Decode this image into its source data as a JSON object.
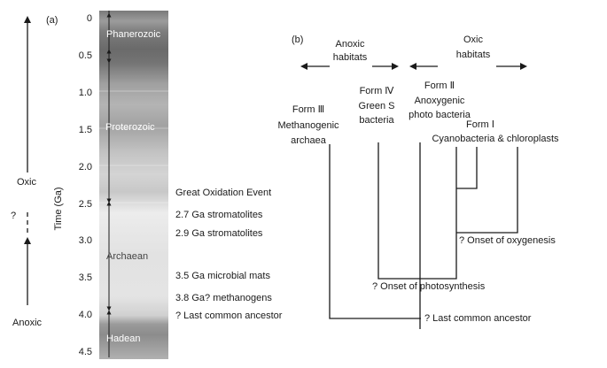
{
  "panel_a": {
    "label": "(a)",
    "axis_title": "Time (Ga)",
    "ticks": [
      "0",
      "0.5",
      "1.0",
      "1.5",
      "2.0",
      "2.5",
      "3.0",
      "3.5",
      "4.0",
      "4.5"
    ],
    "eons": {
      "phanerozoic": "Phanerozoic",
      "proterozoic": "Proterozoic",
      "archaean": "Archaean",
      "hadean": "Hadean"
    },
    "oxygen_axis": {
      "oxic": "Oxic",
      "uncertain": "?",
      "anoxic": "Anoxic"
    },
    "events": [
      "Great Oxidation Event",
      "2.7 Ga stromatolites",
      "2.9 Ga stromatolites",
      "3.5 Ga microbial mats",
      "3.8 Ga? methanogens",
      "? Last common ancestor"
    ]
  },
  "panel_b": {
    "label": "(b)",
    "habitats": {
      "anoxic_line1": "Anoxic",
      "anoxic_line2": "habitats",
      "oxic_line1": "Oxic",
      "oxic_line2": "habitats"
    },
    "leaves": {
      "form3_l1": "Form Ⅲ",
      "form3_l2": "Methanogenic",
      "form3_l3": "archaea",
      "form4_l1": "Form Ⅳ",
      "form4_l2": "Green S",
      "form4_l3": "bacteria",
      "form2_l1": "Form Ⅱ",
      "form2_l2": "Anoxygenic",
      "form2_l3": "photo bacteria",
      "form1_l1": "Form Ⅰ",
      "form1_l2": "Cyanobacteria & chloroplasts"
    },
    "nodes": {
      "oxygenesis": "? Onset of oxygenesis",
      "photosynthesis": "? Onset of photosynthesis",
      "lca": "? Last common ancestor"
    }
  }
}
